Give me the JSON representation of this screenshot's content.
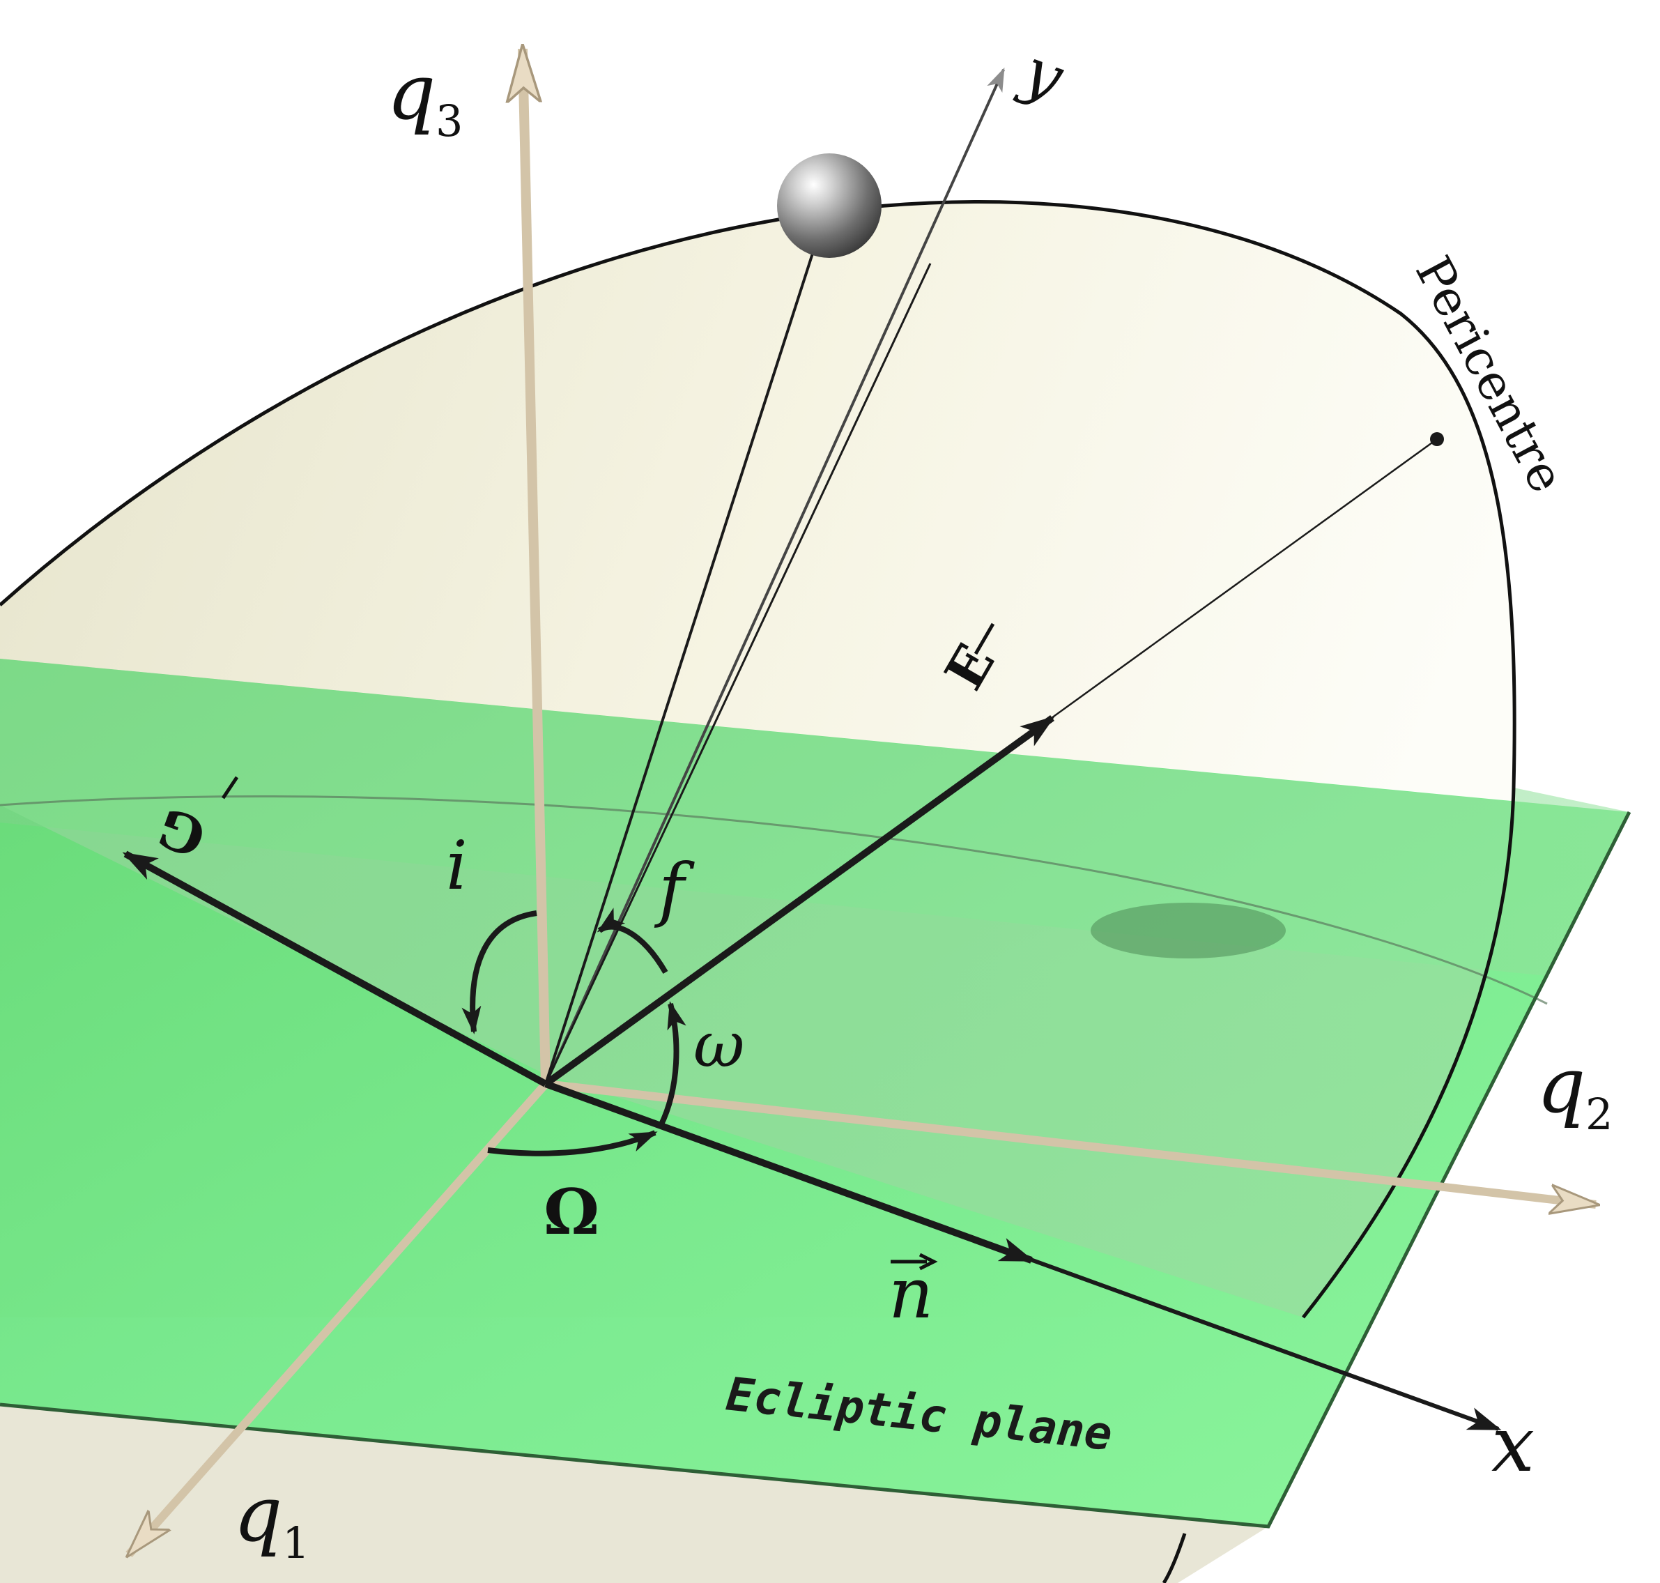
{
  "labels": {
    "q3": "q",
    "q3_sub": "3",
    "q2": "q",
    "q2_sub": "2",
    "q1": "q",
    "q1_sub": "1",
    "y": "y",
    "x": "x",
    "pericentre": "Pericentre",
    "E": "E",
    "G": "G",
    "n": "n",
    "i": "i",
    "f": "f",
    "omega": "ω",
    "Omega": "Ω",
    "ecliptic": "Ecliptic plane"
  },
  "colors": {
    "background": "#ffffff",
    "orbit_plane": "#ecebd8",
    "ecliptic_plane": "#5fe07a",
    "ecliptic_edge": "#3ca852",
    "q_axes": "#d8c9ae",
    "dark_vectors": "#1a1a1a",
    "body": "#9a9a9a",
    "shadow": "#4c8a55"
  }
}
